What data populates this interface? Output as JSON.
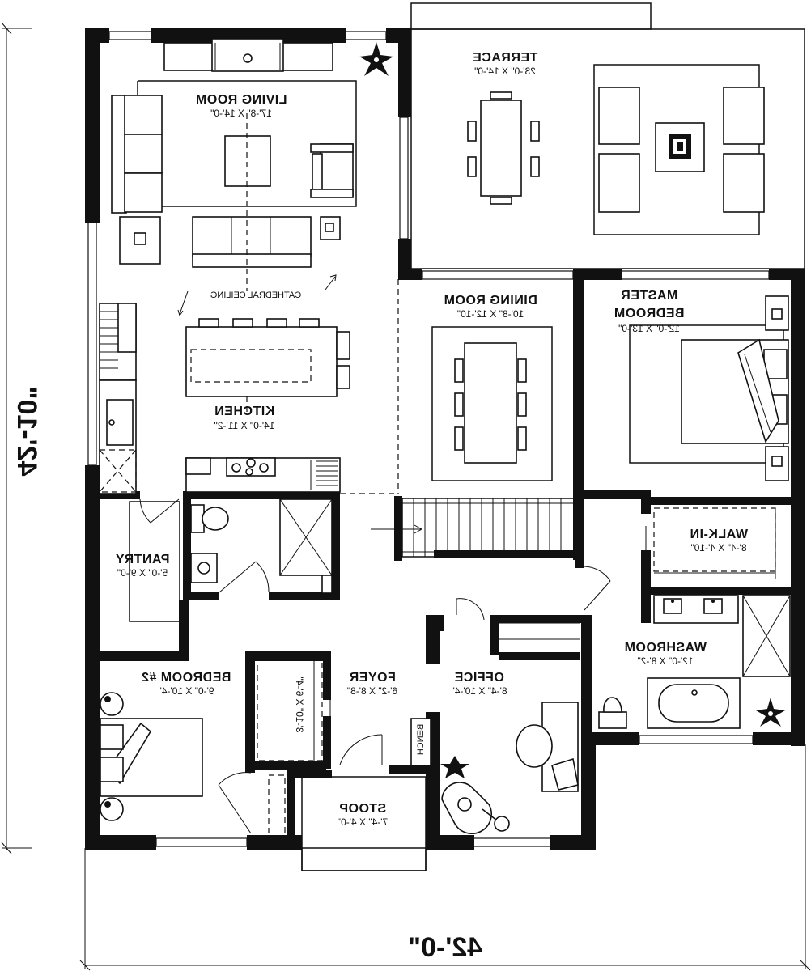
{
  "dimensions": {
    "width": "42'-0\"",
    "depth": "42'-10\""
  },
  "rooms": {
    "terrace": {
      "name": "TERRACE",
      "size": "23'-0\" X 14'-0\""
    },
    "living_room": {
      "name": "LIVING ROOM",
      "size": "17'-8\" X 14'-0\""
    },
    "dining_room": {
      "name": "DINING ROOM",
      "size": "10'-8\" X 12'-10\""
    },
    "master_bedroom": {
      "name_line1": "MASTER",
      "name_line2": "BEDROOM",
      "size": "12'-0\" X 13'-0\""
    },
    "kitchen": {
      "name": "KITCHEN",
      "size": "14'-0\" X 11'-2\""
    },
    "pantry": {
      "name": "PANTRY",
      "size": "5'-0\" X 9'-0\""
    },
    "walk_in": {
      "name": "WALK-IN",
      "size": "8'-4\" X 4'-10\""
    },
    "washroom": {
      "name": "WASHROOM",
      "size": "12'-0\" X 8'-2\""
    },
    "bedroom2": {
      "name": "BEDROOM #2",
      "size": "9'-0\" X 10'-4\""
    },
    "foyer": {
      "name": "FOYER",
      "size": "6'-2\" X 8'-8\""
    },
    "office": {
      "name": "OFFICE",
      "size": "8'-4\" X 10'-4\""
    },
    "stoop": {
      "name": "STOOP",
      "size": "7'-4\" X 4'-0\""
    }
  },
  "notes": {
    "cathedral_ceiling": "CATHEDRAL CEILING",
    "closet_size": "3'-10\" X 6'-4\"",
    "bench": "BENCH"
  }
}
